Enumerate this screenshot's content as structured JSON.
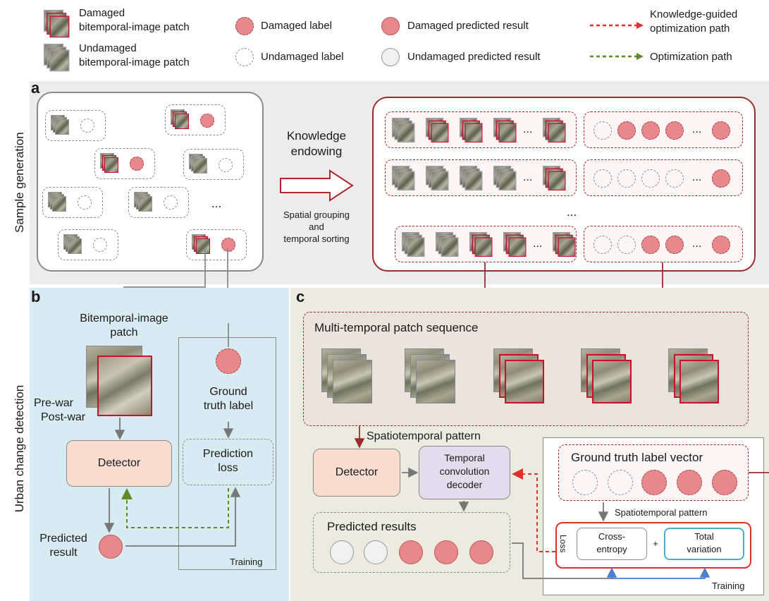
{
  "legend": {
    "damaged_patch": [
      "Damaged",
      "bitemporal-image patch"
    ],
    "undamaged_patch": [
      "Undamaged",
      "bitemporal-image patch"
    ],
    "damaged_label": "Damaged label",
    "undamaged_label": "Undamaged label",
    "damaged_pred": "Damaged predicted result",
    "undamaged_pred": "Undamaged predicted result",
    "knowledge_path": [
      "Knowledge-guided",
      "optimization path"
    ],
    "opt_path": "Optimization path",
    "colors": {
      "damaged": "#e8888c",
      "knowledge_path": "#e0302a",
      "opt_path": "#5f8a2a",
      "panel_a_bg": "#ececec",
      "panel_b_bg": "#d8ebf2",
      "panel_c_bg": "#ecebdf"
    }
  },
  "panel_a": {
    "letter": "a",
    "side_label": "Sample generation",
    "ellipsis": "...",
    "arrow_title": [
      "Knowledge",
      "endowing"
    ],
    "arrow_sub": [
      "Spatial grouping",
      "and",
      "temporal sorting"
    ],
    "row_ellipsis": "..."
  },
  "panel_b": {
    "letter": "b",
    "side_label": "Urban change detection",
    "patch_label": [
      "Bitemporal-image",
      "patch"
    ],
    "prewar": "Pre-war",
    "postwar": "Post-war",
    "detector": "Detector",
    "gt_label": [
      "Ground",
      "truth label"
    ],
    "pred_loss": [
      "Prediction",
      "loss"
    ],
    "pred_result": [
      "Predicted",
      "result"
    ],
    "training": "Training"
  },
  "panel_c": {
    "letter": "c",
    "sequence_title": "Multi-temporal patch sequence",
    "spatiotemporal": "Spatiotemporal pattern",
    "detector": "Detector",
    "decoder": [
      "Temporal",
      "convolution",
      "decoder"
    ],
    "predicted_results": "Predicted results",
    "gt_vector": "Ground truth label vector",
    "spatiotemporal2": "Spatiotemporal pattern",
    "loss": "Loss",
    "cross_entropy": [
      "Cross-",
      "entropy"
    ],
    "plus": "+",
    "total_variation": [
      "Total",
      "variation"
    ],
    "training": "Training"
  }
}
